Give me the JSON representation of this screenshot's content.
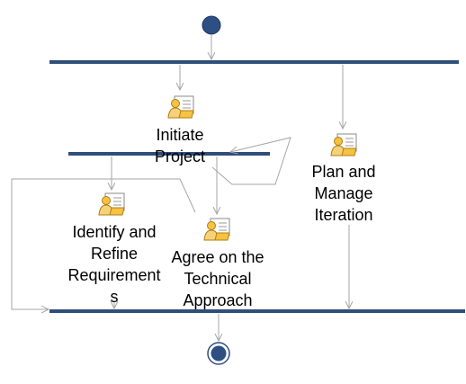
{
  "activities": {
    "initiate_project": "Initiate\nProject",
    "plan_and_manage_iteration": "Plan and\nManage\nIteration",
    "identify_and_refine_requirements": "Identify and\nRefine\nRequirement\ns",
    "agree_on_technical_approach": "Agree on the\nTechnical\nApproach"
  },
  "icons": {
    "activity": "role-workproduct-icon"
  },
  "colors": {
    "node_fill": "#2e4f82",
    "bar": "#2f4f7a",
    "edge": "#a6a6a6",
    "icon_body": "#f5d27a"
  }
}
